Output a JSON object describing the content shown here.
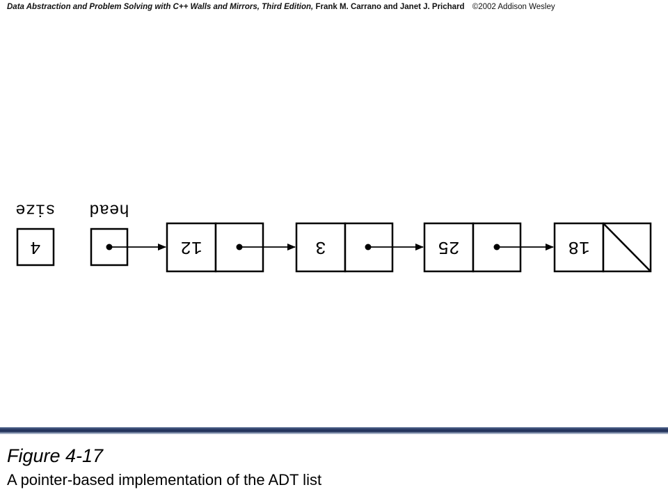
{
  "header": {
    "book_title": "Data Abstraction  and Problem Solving with C++ Walls and Mirrors, Third Edition,",
    "authors": "Frank M. Carrano  and Janet J. Prichard",
    "publisher": "©2002  Addison Wesley"
  },
  "diagram": {
    "size_label": "size",
    "size_value": "4",
    "head_label": "head",
    "nodes": [
      {
        "item": "12",
        "next": "pointer"
      },
      {
        "item": "3",
        "next": "pointer"
      },
      {
        "item": "25",
        "next": "pointer"
      },
      {
        "item": "18",
        "next": "null"
      }
    ]
  },
  "figure": {
    "number": "Figure 4-17",
    "caption": "A pointer-based implementation of the ADT list"
  },
  "colors": {
    "divider": "#2c3d66",
    "ink": "#000000"
  }
}
